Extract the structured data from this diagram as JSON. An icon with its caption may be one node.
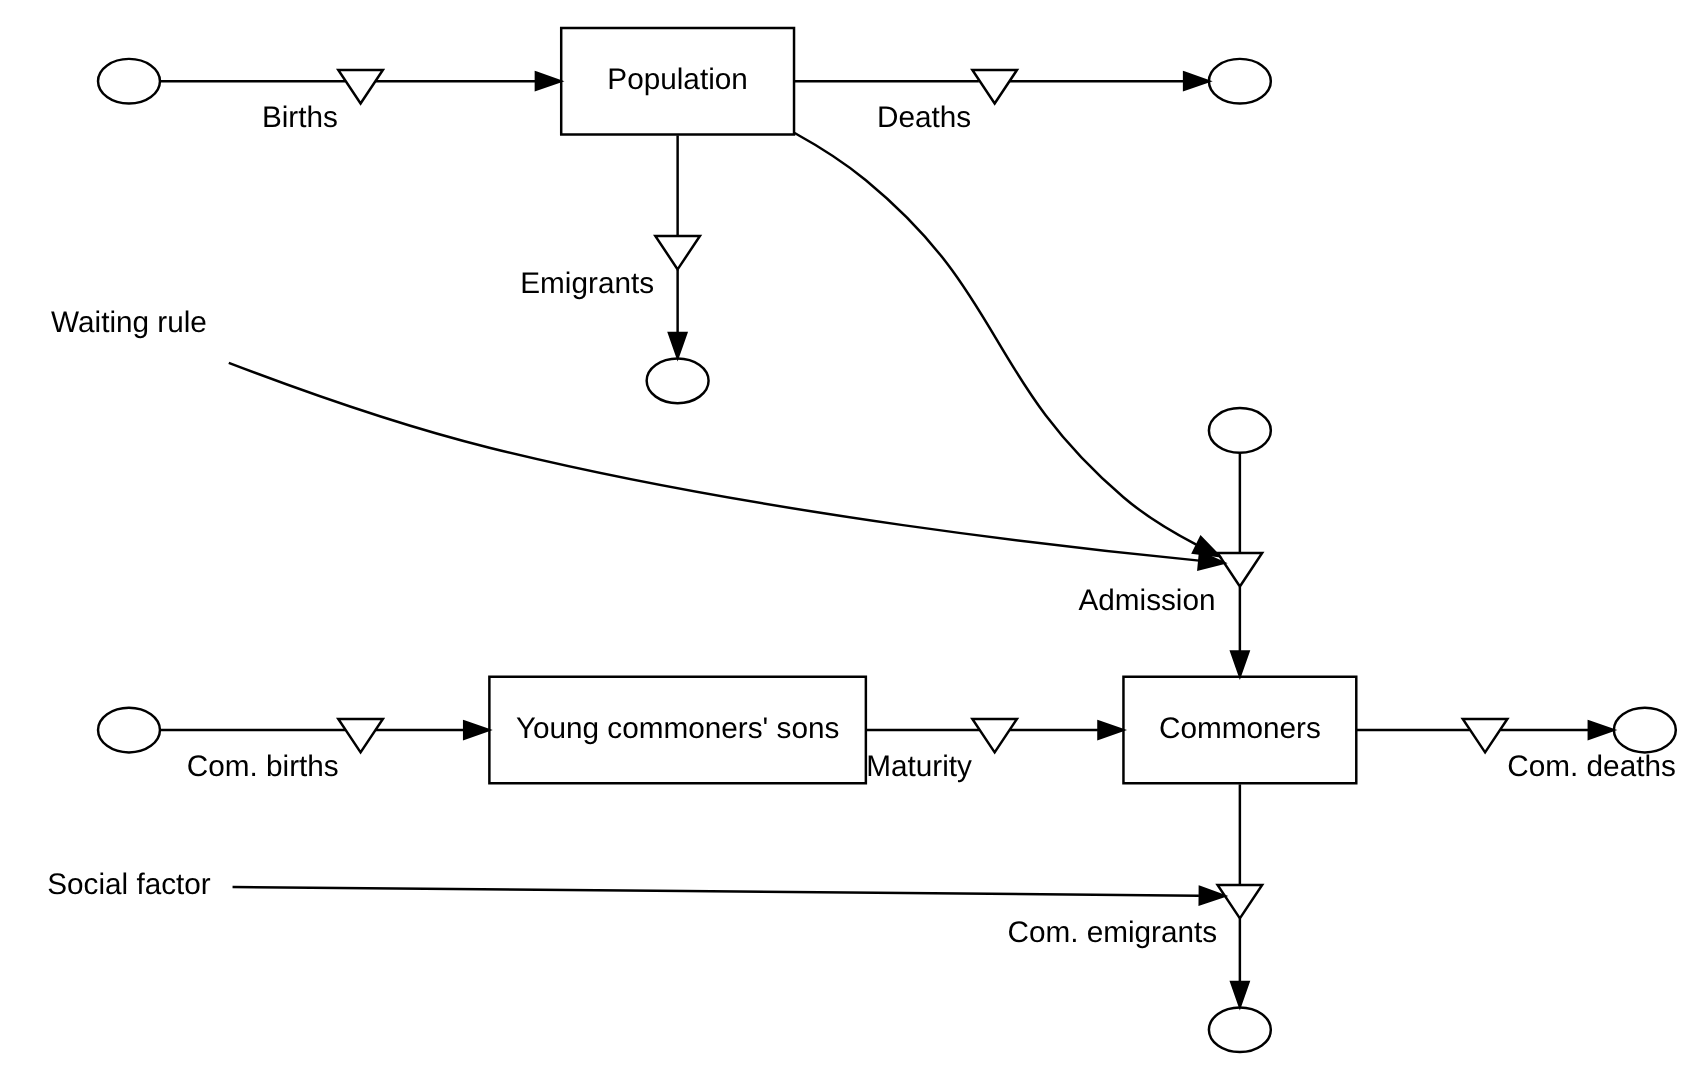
{
  "diagram": {
    "nodes": [
      {
        "text": [],
        "shape": "cloud"
      },
      {
        "text": [],
        "shape": "valve",
        "beside": [
          "Births"
        ]
      },
      {
        "text": [
          "Population"
        ]
      },
      {
        "text": [],
        "shape": "valve",
        "beside": [
          "Deaths"
        ]
      },
      {
        "text": [],
        "shape": "cloud"
      },
      {
        "text": [],
        "shape": "valve",
        "beside": [
          "Emigrants"
        ]
      },
      {
        "text": [],
        "shape": "cloud"
      },
      {
        "text": [],
        "shape": "cloud"
      },
      {
        "text": [
          "Waiting rule"
        ]
      },
      {
        "text": [],
        "shape": "valve",
        "beside": [
          "Admission"
        ]
      },
      {
        "text": [],
        "shape": "cloud"
      },
      {
        "text": [],
        "shape": "valve",
        "beside": [
          "Com. births"
        ]
      },
      {
        "text": [
          "Young commoners' sons"
        ]
      },
      {
        "text": [],
        "shape": "valve",
        "beside": [
          "Maturity"
        ]
      },
      {
        "text": [
          "Commoners"
        ]
      },
      {
        "text": [],
        "shape": "valve",
        "beside": [
          "Com. deaths"
        ]
      },
      {
        "text": [],
        "shape": "cloud"
      },
      {
        "text": [],
        "shape": "valve",
        "beside": [
          "Com. emigrants"
        ]
      },
      {
        "text": [
          "Social factor"
        ]
      },
      {
        "text": [],
        "shape": "cloud"
      }
    ],
    "edges": [
      {
        "from": 0,
        "to": 1,
        "arrow": "none"
      },
      {
        "from": 1,
        "to": 2,
        "arrow": "to"
      },
      {
        "from": 2,
        "to": 3,
        "arrow": "none"
      },
      {
        "from": 3,
        "to": 4,
        "arrow": "to"
      },
      {
        "from": 2,
        "to": 5,
        "arrow": "none"
      },
      {
        "from": 5,
        "to": 6,
        "arrow": "to"
      },
      {
        "from": 7,
        "to": 9,
        "arrow": "none"
      },
      {
        "from": 9,
        "to": 14,
        "arrow": "to"
      },
      {
        "from": 10,
        "to": 11,
        "arrow": "none"
      },
      {
        "from": 11,
        "to": 12,
        "arrow": "to"
      },
      {
        "from": 12,
        "to": 13,
        "arrow": "none"
      },
      {
        "from": 13,
        "to": 14,
        "arrow": "to"
      },
      {
        "from": 14,
        "to": 15,
        "arrow": "none"
      },
      {
        "from": 15,
        "to": 16,
        "arrow": "to"
      },
      {
        "from": 14,
        "to": 17,
        "arrow": "none"
      },
      {
        "from": 17,
        "to": 19,
        "arrow": "to"
      },
      {
        "from": 2,
        "to": 9,
        "arrow": "to"
      },
      {
        "from": 8,
        "to": 9,
        "arrow": "to"
      },
      {
        "from": 18,
        "to": 17,
        "arrow": "to"
      }
    ]
  }
}
